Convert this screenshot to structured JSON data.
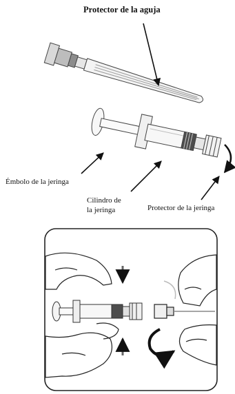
{
  "labels": {
    "needle_protector": "Protector de la aguja",
    "plunger": "Émbolo de la jeringa",
    "barrel_line1": "Cilindro de",
    "barrel_line2": "la jeringa",
    "syringe_protector": "Protector de la jeringa"
  }
}
